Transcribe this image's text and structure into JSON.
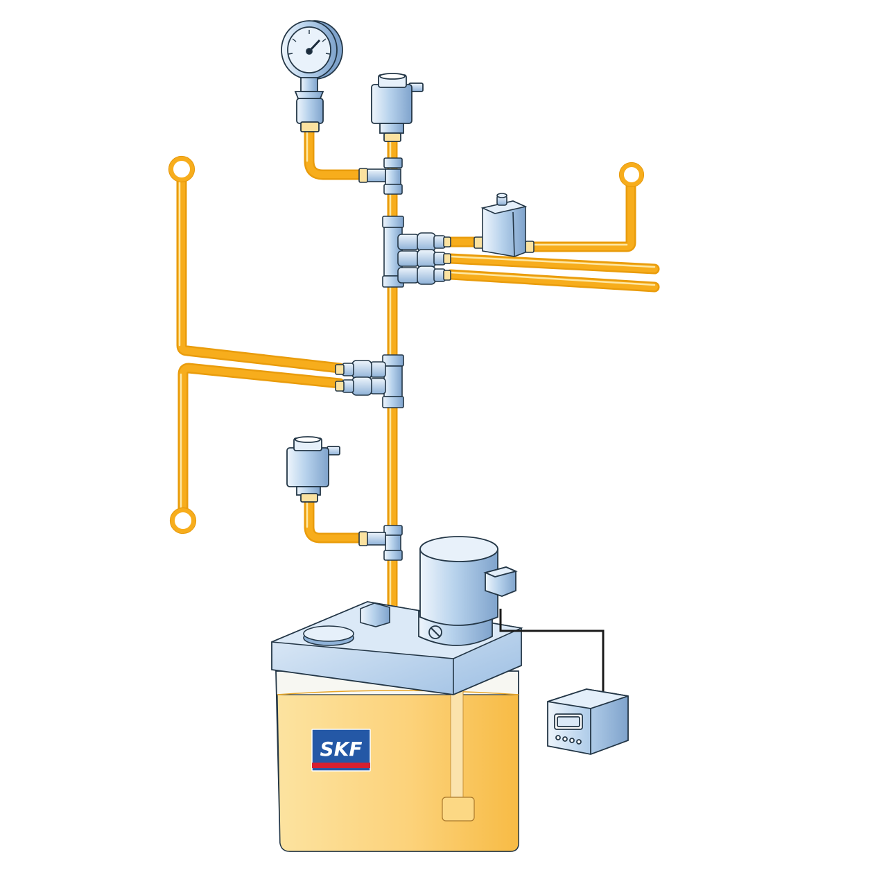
{
  "diagram": {
    "logo": {
      "text": "SKF",
      "bg_color": "#2458a6",
      "stripe_color": "#d62030",
      "text_color": "#ffffff"
    },
    "colors": {
      "pipe": "#f7ad1c",
      "pipe_highlight": "#fde7a3",
      "metal_light": "#dbeaf8",
      "metal": "#a6c6e6",
      "metal_dark": "#5f88b8",
      "outline": "#233646",
      "oil": "#fcc658",
      "oil_light": "#fff0c8",
      "tank_glass": "#f7f7f2",
      "cable": "#1a1a1a"
    },
    "components": [
      {
        "id": "pressure-gauge",
        "icon": "gauge-icon"
      },
      {
        "id": "solenoid-valve-top",
        "icon": "solenoid-icon"
      },
      {
        "id": "solenoid-valve-bottom",
        "icon": "solenoid-icon"
      },
      {
        "id": "inline-valve-right",
        "icon": "valve-icon"
      },
      {
        "id": "distributor-upper",
        "icon": "distributor-icon"
      },
      {
        "id": "distributor-lower",
        "icon": "distributor-icon"
      },
      {
        "id": "pump-motor",
        "icon": "motor-icon"
      },
      {
        "id": "reservoir-tank",
        "icon": "tank-icon"
      },
      {
        "id": "control-unit",
        "icon": "controller-icon"
      },
      {
        "id": "lubrication-point",
        "icon": "ring-icon"
      }
    ]
  }
}
